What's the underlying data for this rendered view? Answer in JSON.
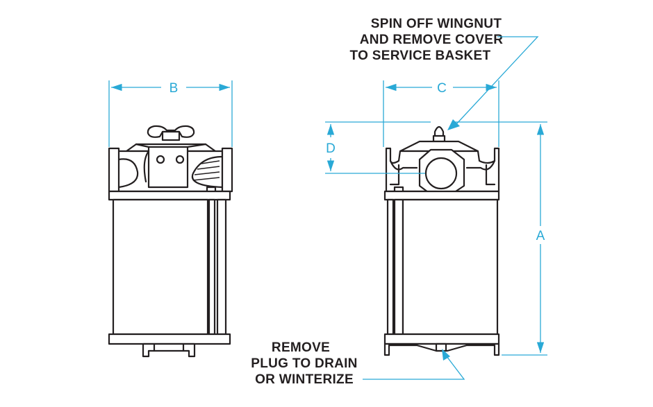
{
  "colors": {
    "ink": "#231f20",
    "dimension": "#29a9d6",
    "background": "#ffffff"
  },
  "dimensions": {
    "a": "A",
    "b": "B",
    "c": "C",
    "d": "D"
  },
  "notes": {
    "cover": [
      "SPIN OFF WINGNUT",
      "AND REMOVE COVER",
      "TO SERVICE BASKET"
    ],
    "drain": [
      "REMOVE",
      "PLUG TO DRAIN",
      "OR WINTERIZE"
    ]
  }
}
